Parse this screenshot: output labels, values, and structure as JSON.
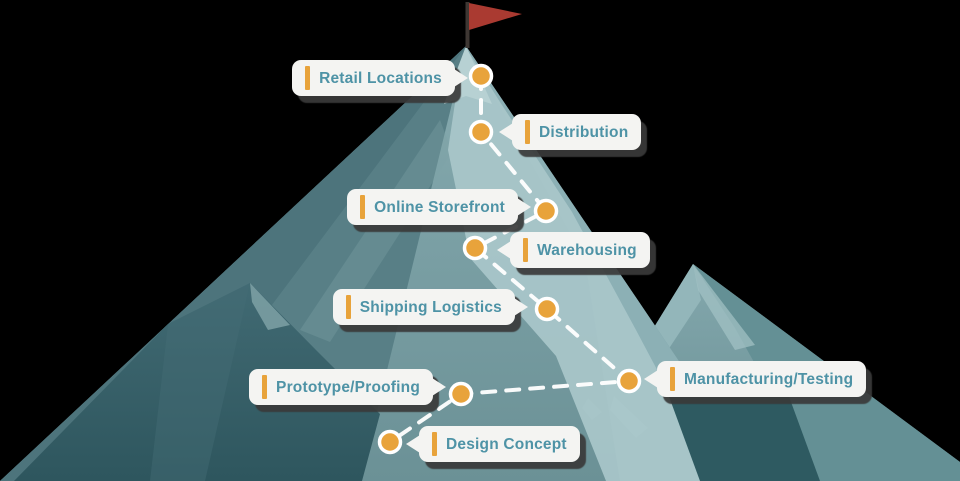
{
  "milestones": [
    {
      "label": "Retail Locations"
    },
    {
      "label": "Distribution"
    },
    {
      "label": "Online Storefront"
    },
    {
      "label": "Warehousing"
    },
    {
      "label": "Shipping Logistics"
    },
    {
      "label": "Manufacturing/Testing"
    },
    {
      "label": "Prototype/Proofing"
    },
    {
      "label": "Design Concept"
    }
  ],
  "icons": {
    "flag": "flag-icon",
    "waypoint": "waypoint-dot-icon"
  },
  "colors": {
    "waypoint_fill": "#e8a33b",
    "accent_bar": "#e8a33b",
    "label_text": "#4e93a6",
    "label_background": "#f4f4f2",
    "flag_red": "#aa3a31",
    "flagpole": "#3e3733",
    "trail_dash": "#ffffff",
    "mountain_dark_teal": "#3a636c",
    "mountain_mid_teal": "#6f979c",
    "mountain_light_teal": "#aac8cb"
  }
}
